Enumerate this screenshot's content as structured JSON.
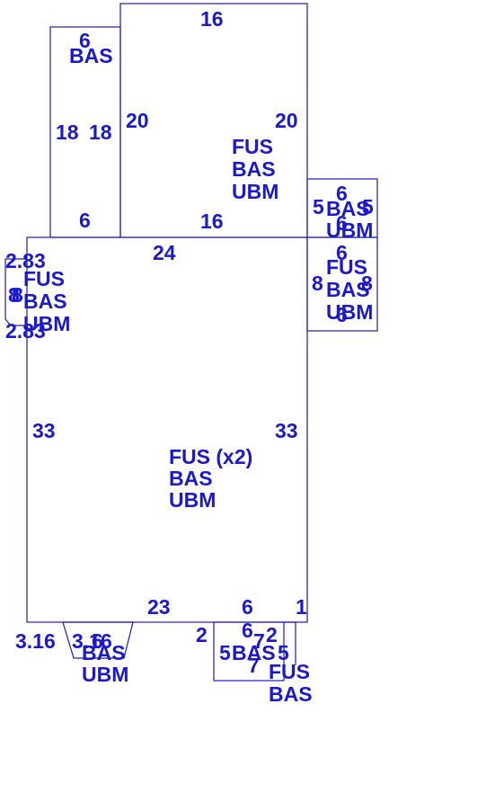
{
  "sketch": {
    "line_color": "#1a1acc",
    "text_color": "#1a1acc",
    "areas": {
      "upper_left": [
        "BAS"
      ],
      "upper_main": [
        "FUS",
        "BAS",
        "UBM"
      ],
      "right_upper": [
        "BAS",
        "UBM"
      ],
      "right_lower": [
        "FUS",
        "BAS",
        "UBM"
      ],
      "left_small": [
        "FUS",
        "BAS",
        "UBM"
      ],
      "main": [
        "FUS (x2)",
        "BAS",
        "UBM"
      ],
      "bottom_left": [
        "BAS",
        "UBM"
      ],
      "bottom_center": [
        "BAS"
      ],
      "bottom_right": [
        "FUS",
        "BAS"
      ]
    },
    "dimensions": {
      "upper_left_top": "6",
      "upper_left_left": "18",
      "upper_left_right": "18",
      "upper_left_bottom": "6",
      "upper_main_top": "16",
      "upper_main_left": "20",
      "upper_main_right": "20",
      "upper_main_bottom": "16",
      "right_upper_top": "6",
      "right_upper_left": "5",
      "right_upper_right": "5",
      "right_upper_bottom": "6",
      "right_lower_top": "6",
      "right_lower_left": "8",
      "right_lower_right": "8",
      "right_lower_bottom": "6",
      "left_small_top": "2.83",
      "left_small_left": "8",
      "left_small_right": "8",
      "left_small_bottom": "2.83",
      "main_top": "24",
      "main_left": "33",
      "main_right": "33",
      "main_bottom": "23",
      "main_bottom_notch_top": "6",
      "main_bottom_notch_right": "1",
      "main_bottom_notch_step_left": "2",
      "main_bottom_notch_step_right": "2",
      "bottom_left_left": "3.16",
      "bottom_left_top_a": "3.16",
      "bottom_left_top_b": "6",
      "bottom_center_top": "6",
      "bottom_center_left": "5",
      "bottom_center_right": "5",
      "bottom_center_bottom": "7",
      "bottom_center_inner": "7"
    }
  }
}
